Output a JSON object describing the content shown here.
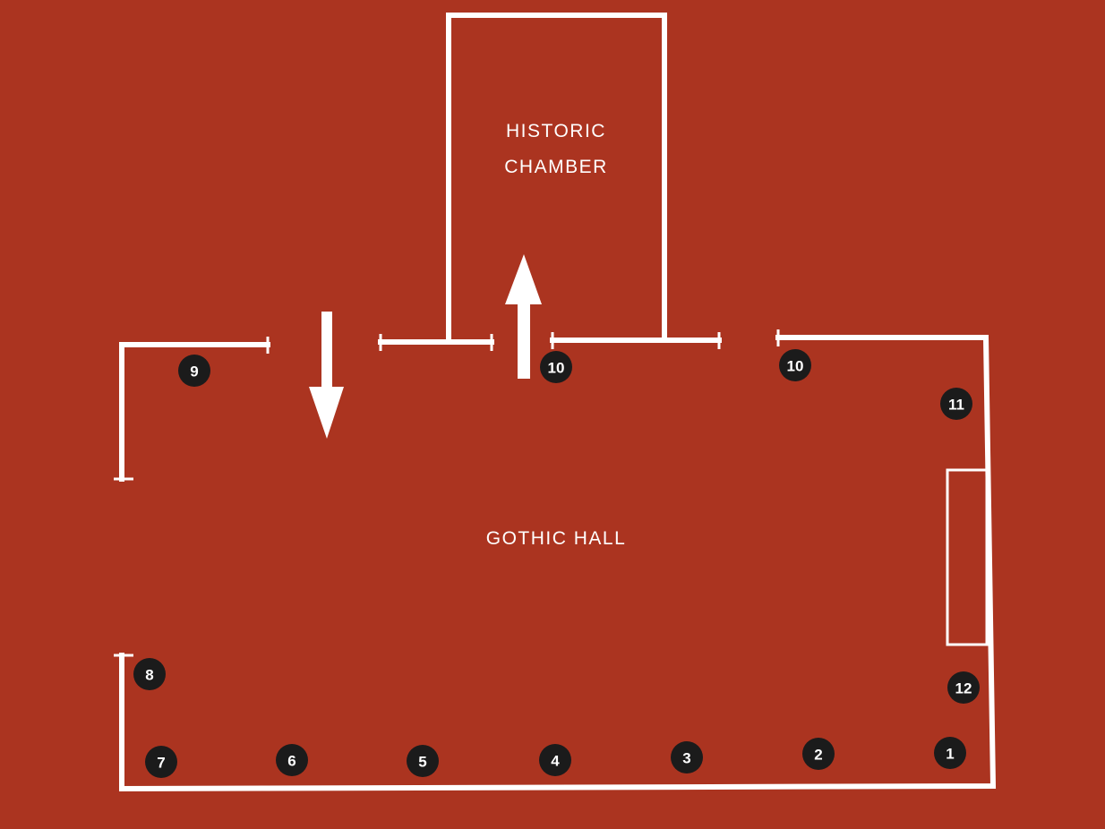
{
  "rooms": {
    "historic_chamber": [
      "HISTORIC",
      "CHAMBER"
    ],
    "gothic_hall": "GOTHIC HALL"
  },
  "colors": {
    "background": "#a8321f",
    "walls": "#ffffff",
    "marker_fill": "#1b1b1b",
    "marker_text": "#ffffff"
  },
  "arrows": [
    {
      "name": "arrow-down-icon",
      "direction": "down"
    },
    {
      "name": "arrow-up-icon",
      "direction": "up"
    }
  ],
  "markers": [
    "1",
    "2",
    "3",
    "4",
    "5",
    "6",
    "7",
    "8",
    "9",
    "10",
    "10",
    "11",
    "12"
  ]
}
